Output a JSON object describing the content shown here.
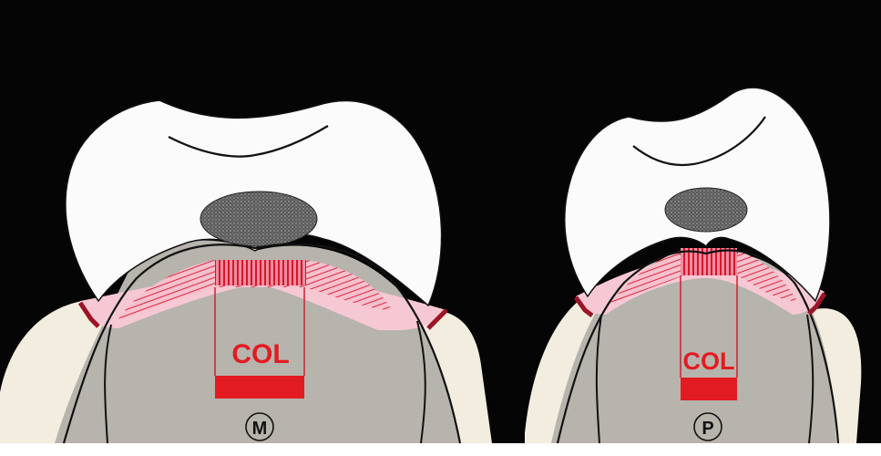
{
  "panels": {
    "left": {
      "col_label": "COL",
      "circle_label": "M"
    },
    "right": {
      "col_label": "COL",
      "circle_label": "P"
    }
  },
  "colors": {
    "background": "#050505",
    "enamel": "#fbfbfb",
    "neighbor_tooth": "#f2eddf",
    "bone": "#b8b5ae",
    "gingiva_pink": "#f6c8d4",
    "col_red": "#e21b22",
    "outline": "#111111"
  }
}
